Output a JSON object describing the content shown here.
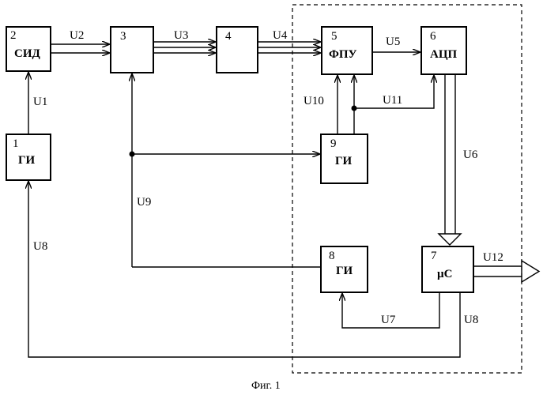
{
  "blocks": {
    "b1": {
      "number": "1",
      "label": "ГИ"
    },
    "b2": {
      "number": "2",
      "label": "СИД"
    },
    "b3": {
      "number": "3",
      "label": ""
    },
    "b4": {
      "number": "4",
      "label": ""
    },
    "b5": {
      "number": "5",
      "label": "ФПУ"
    },
    "b6": {
      "number": "6",
      "label": "АЦП"
    },
    "b7": {
      "number": "7",
      "label": "µС"
    },
    "b8": {
      "number": "8",
      "label": "ГИ"
    },
    "b9": {
      "number": "9",
      "label": "ГИ"
    }
  },
  "signals": {
    "u1": "U1",
    "u2": "U2",
    "u3": "U3",
    "u4": "U4",
    "u5": "U5",
    "u6": "U6",
    "u7": "U7",
    "u8a": "U8",
    "u8b": "U8",
    "u9": "U9",
    "u10": "U10",
    "u11": "U11",
    "u12": "U12"
  },
  "caption": "Фиг. 1"
}
